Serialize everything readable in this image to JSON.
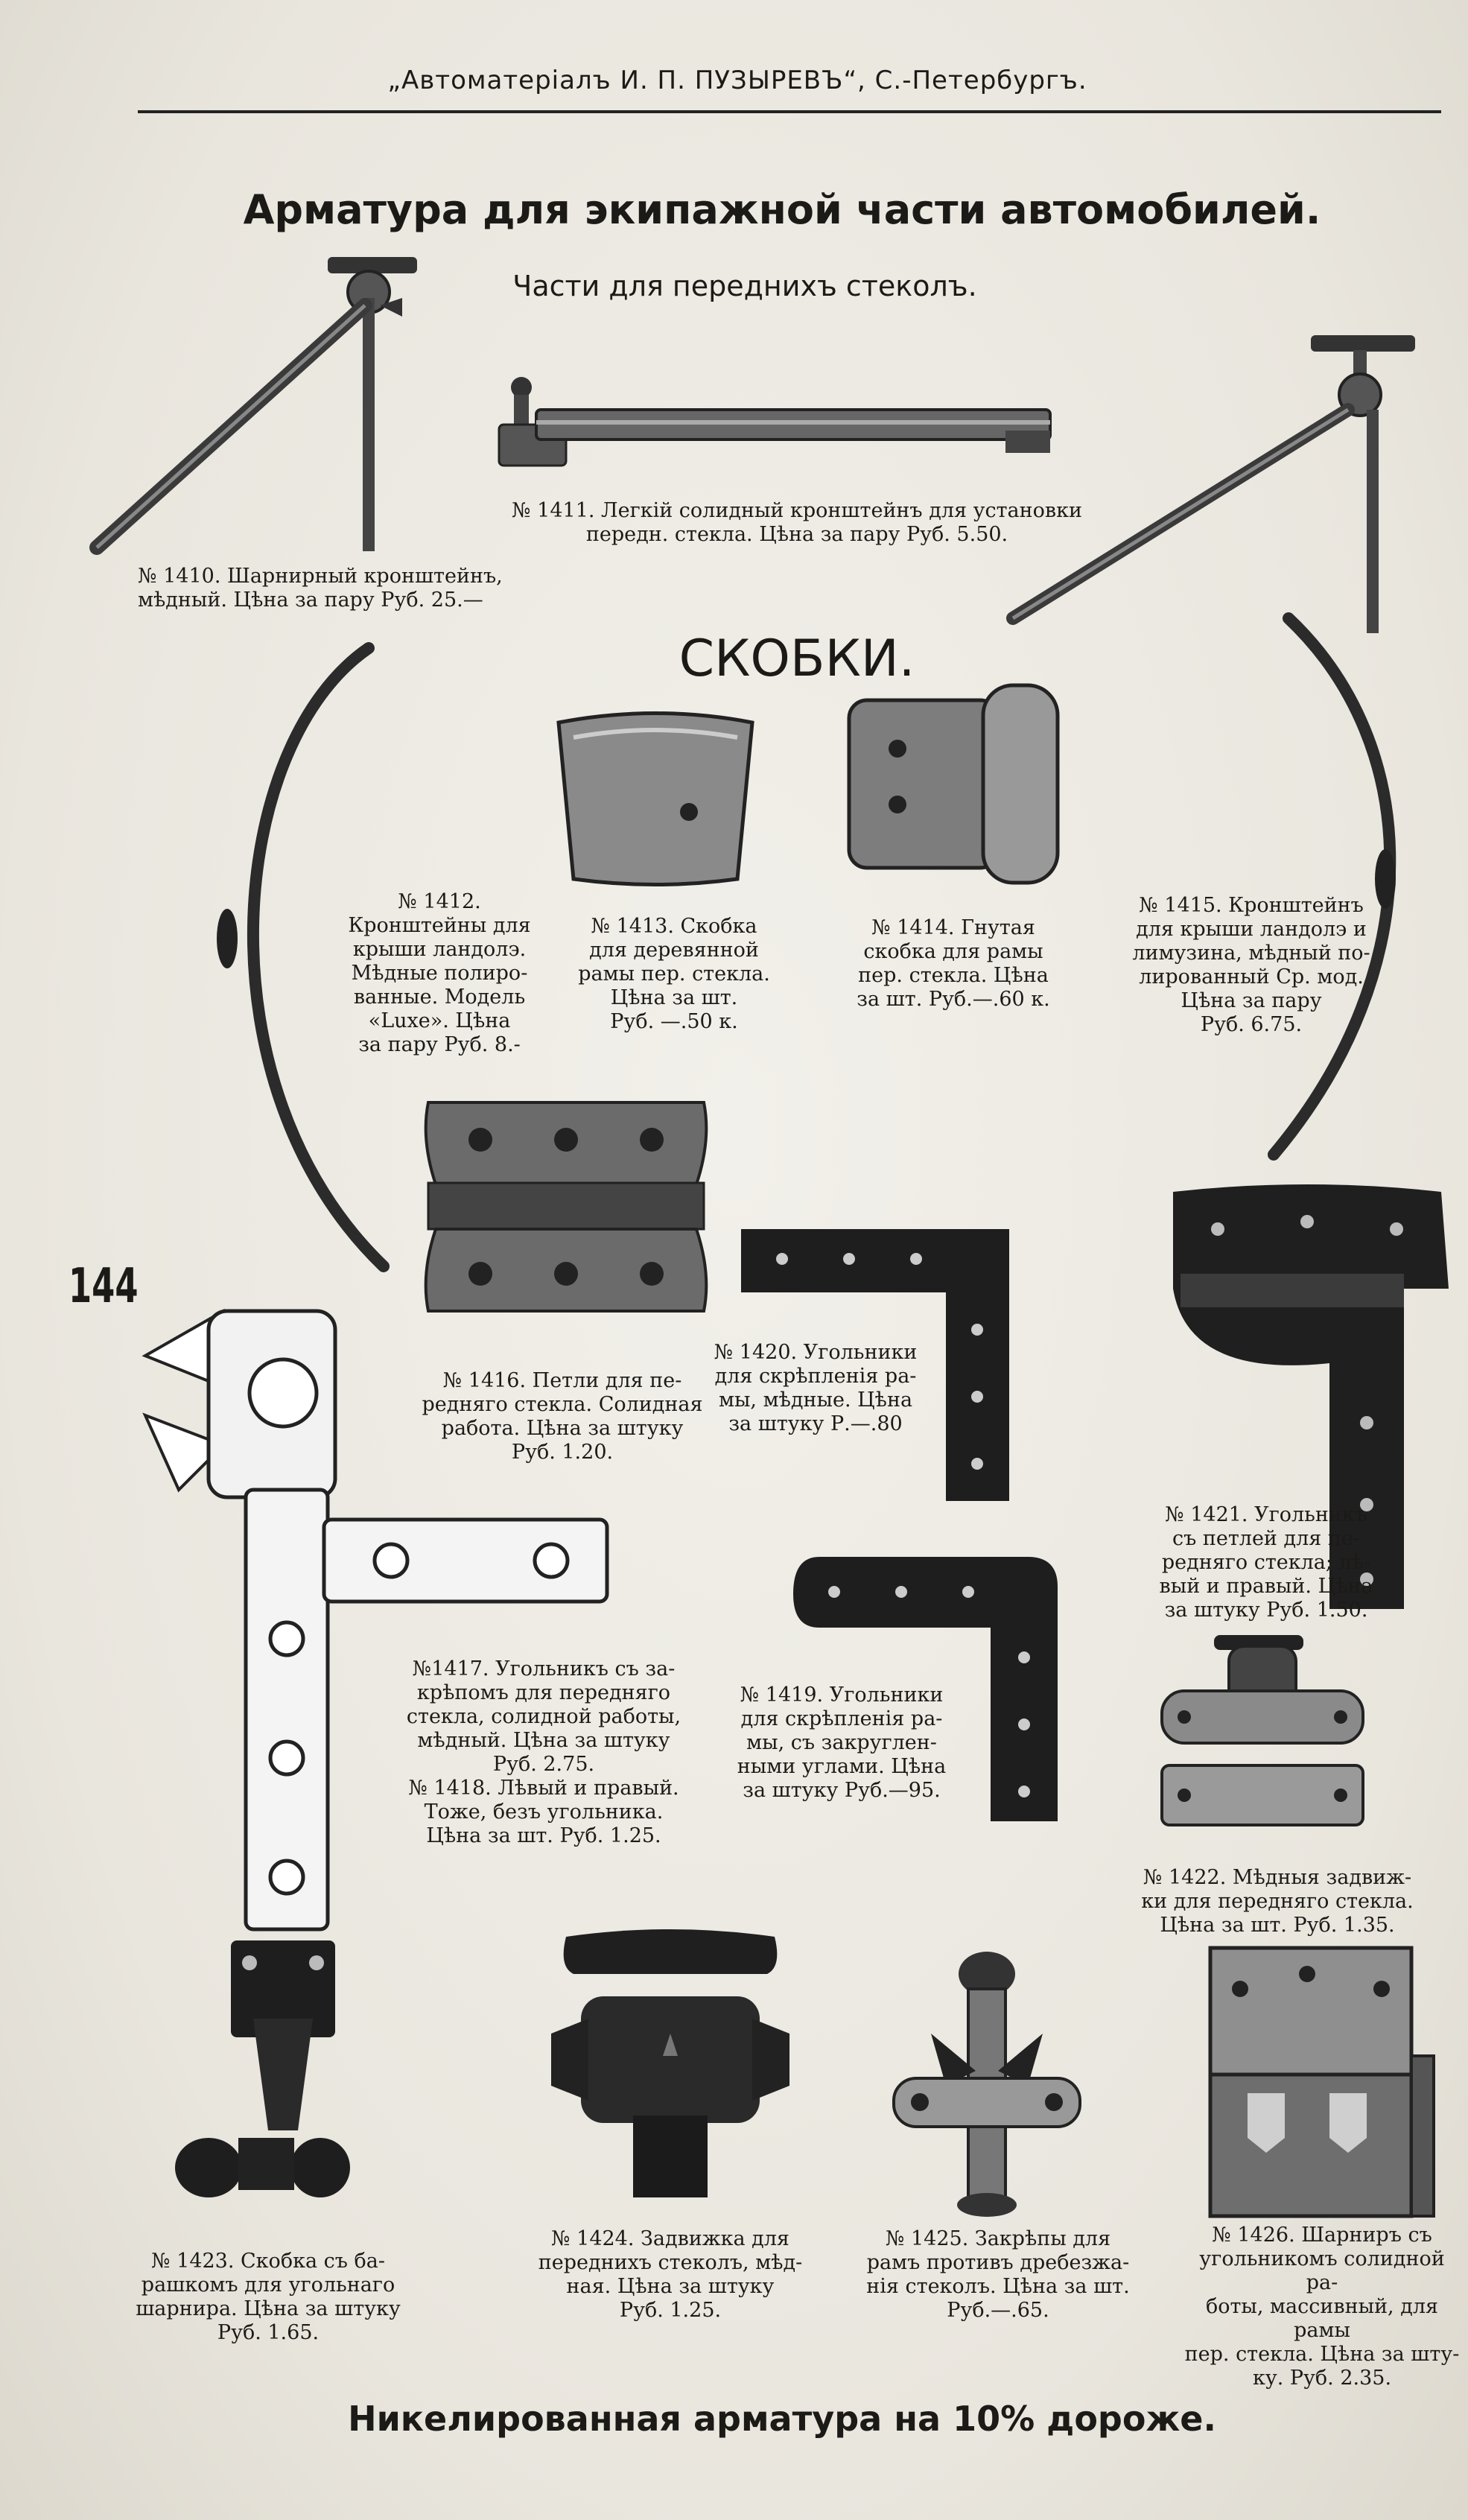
{
  "header": "„Автоматеріалъ И. П. ПУЗЫРЕВЪ“, С.-Петербургъ.",
  "title": "Арматура для экипажной части автомобилей.",
  "subtitle": "Части для переднихъ стеколъ.",
  "section_title": "СКОБКИ.",
  "page_number": "144",
  "footer": "Никелированная арматура на 10% дороже.",
  "items": {
    "i1410": [
      "№ 1410. Шарнирный кронштейнъ,",
      "мѣдный. Цѣна за пару Руб. 25.—"
    ],
    "i1411": [
      "№ 1411. Легкій солидный кронштейнъ для установки",
      "передн. стекла. Цѣна за пару Руб. 5.50."
    ],
    "i1412": [
      "№ 1412.",
      "Кронштейны для",
      "крыши ландолэ.",
      "Мѣдные полиро-",
      "ванные. Модель",
      "«Luxe». Цѣна",
      "за пару Руб. 8.-"
    ],
    "i1413": [
      "№ 1413. Скобка",
      "для деревянной",
      "рамы пер. стекла.",
      "Цѣна за шт.",
      "Руб. —.50 к."
    ],
    "i1414": [
      "№ 1414. Гнутая",
      "скобка для рамы",
      "пер. стекла. Цѣна",
      "за шт. Руб.—.60 к."
    ],
    "i1415": [
      "№ 1415. Кронштейнъ",
      "для крыши ландолэ и",
      "лимузина, мѣдный по-",
      "лированный Ср. мод.",
      "Цѣна за пару",
      "Руб. 6.75."
    ],
    "i1416": [
      "№ 1416. Петли для пе-",
      "редняго стекла. Солидная",
      "работа. Цѣна за штуку",
      "Руб. 1.20."
    ],
    "i1420": [
      "№ 1420. Угольники",
      "для скрѣпленія ра-",
      "мы, мѣдные. Цѣна",
      "за штуку Р.—.80"
    ],
    "i1421": [
      "№ 1421. Угольникъ",
      "съ петлей для пе-",
      "редняго стекла; лѣ-",
      "вый и правый. Цѣна",
      "за штуку Руб. 1.50."
    ],
    "i1417": [
      "№1417. Угольникъ съ за-",
      "крѣпомъ для передняго",
      "стекла, солидной работы,",
      "мѣдный. Цѣна за штуку",
      "Руб. 2.75."
    ],
    "i1418": [
      "№ 1418. Лѣвый и правый.",
      "Тоже, безъ угольника.",
      "Цѣна за шт. Руб. 1.25."
    ],
    "i1419": [
      "№ 1419. Угольники",
      "для скрѣпленія ра-",
      "мы, съ закруглен-",
      "ными углами. Цѣна",
      "за штуку Руб.—95."
    ],
    "i1422": [
      "№ 1422. Мѣдныя задвиж-",
      "ки для передняго стекла.",
      "Цѣна за шт. Руб. 1.35."
    ],
    "i1423": [
      "№ 1423. Скобка съ ба-",
      "рашкомъ для угольнаго",
      "шарнира. Цѣна за штуку",
      "Руб. 1.65."
    ],
    "i1424": [
      "№ 1424. Задвижка для",
      "переднихъ стеколъ, мѣд-",
      "ная. Цѣна за штуку",
      "Руб. 1.25."
    ],
    "i1425": [
      "№ 1425. Закрѣпы для",
      "рамъ противъ дребезжа-",
      "нія стеколъ. Цѣна за шт.",
      "Руб.—.65."
    ],
    "i1426": [
      "№ 1426. Шарниръ съ",
      "угольникомъ солидной ра-",
      "боты, массивный, для рамы",
      "пер. стекла. Цѣна за шту-",
      "ку. Руб. 2.35."
    ]
  }
}
